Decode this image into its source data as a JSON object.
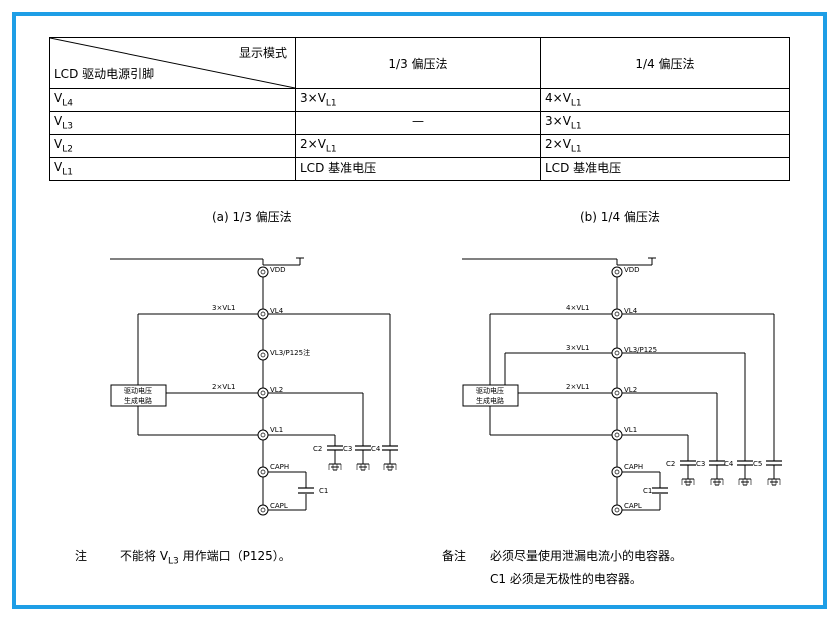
{
  "table": {
    "header_top": "显示模式",
    "header_bottom": "LCD 驱动电源引脚",
    "col1": "1/3 偏压法",
    "col2": "1/4 偏压法",
    "rows": [
      {
        "pin": "V",
        "pin_sub": "L4",
        "c1": "3×V",
        "c1_sub": "L1",
        "c2": "4×V",
        "c2_sub": "L1"
      },
      {
        "pin": "V",
        "pin_sub": "L3",
        "c1": "—",
        "c1_sub": "",
        "c2": "3×V",
        "c2_sub": "L1"
      },
      {
        "pin": "V",
        "pin_sub": "L2",
        "c1": "2×V",
        "c1_sub": "L1",
        "c2": "2×V",
        "c2_sub": "L1"
      },
      {
        "pin": "V",
        "pin_sub": "L1",
        "c1": "LCD 基准电压",
        "c1_sub": "",
        "c2": "LCD 基准电压",
        "c2_sub": ""
      }
    ]
  },
  "captions": {
    "a": "(a) 1/3 偏压法",
    "b": "(b) 1/4 偏压法"
  },
  "circuit_a": {
    "block_line1": "驱动电压",
    "block_line2": "生成电路",
    "pins": [
      "VDD",
      "VL4",
      "VL3/P125注",
      "VL2",
      "VL1",
      "CAPH",
      "CAPL"
    ],
    "wires": [
      "3×VL1",
      "2×VL1"
    ],
    "caps": [
      "C2",
      "C3",
      "C4",
      "C1"
    ]
  },
  "circuit_b": {
    "block_line1": "驱动电压",
    "block_line2": "生成电路",
    "pins": [
      "VDD",
      "VL4",
      "VL3/P125",
      "VL2",
      "VL1",
      "CAPH",
      "CAPL"
    ],
    "wires": [
      "4×VL1",
      "3×VL1",
      "2×VL1"
    ],
    "caps": [
      "C2",
      "C3",
      "C4",
      "C5",
      "C1"
    ]
  },
  "notes": {
    "left_label": "注",
    "left_text_pre": "不能将 V",
    "left_text_sub": "L3",
    "left_text_post": " 用作端口（P125）。",
    "right_label": "备注",
    "right_line1": "必须尽量使用泄漏电流小的电容器。",
    "right_line2": "C1 必须是无极性的电容器。"
  },
  "colors": {
    "frame": "#1e9ee6"
  }
}
